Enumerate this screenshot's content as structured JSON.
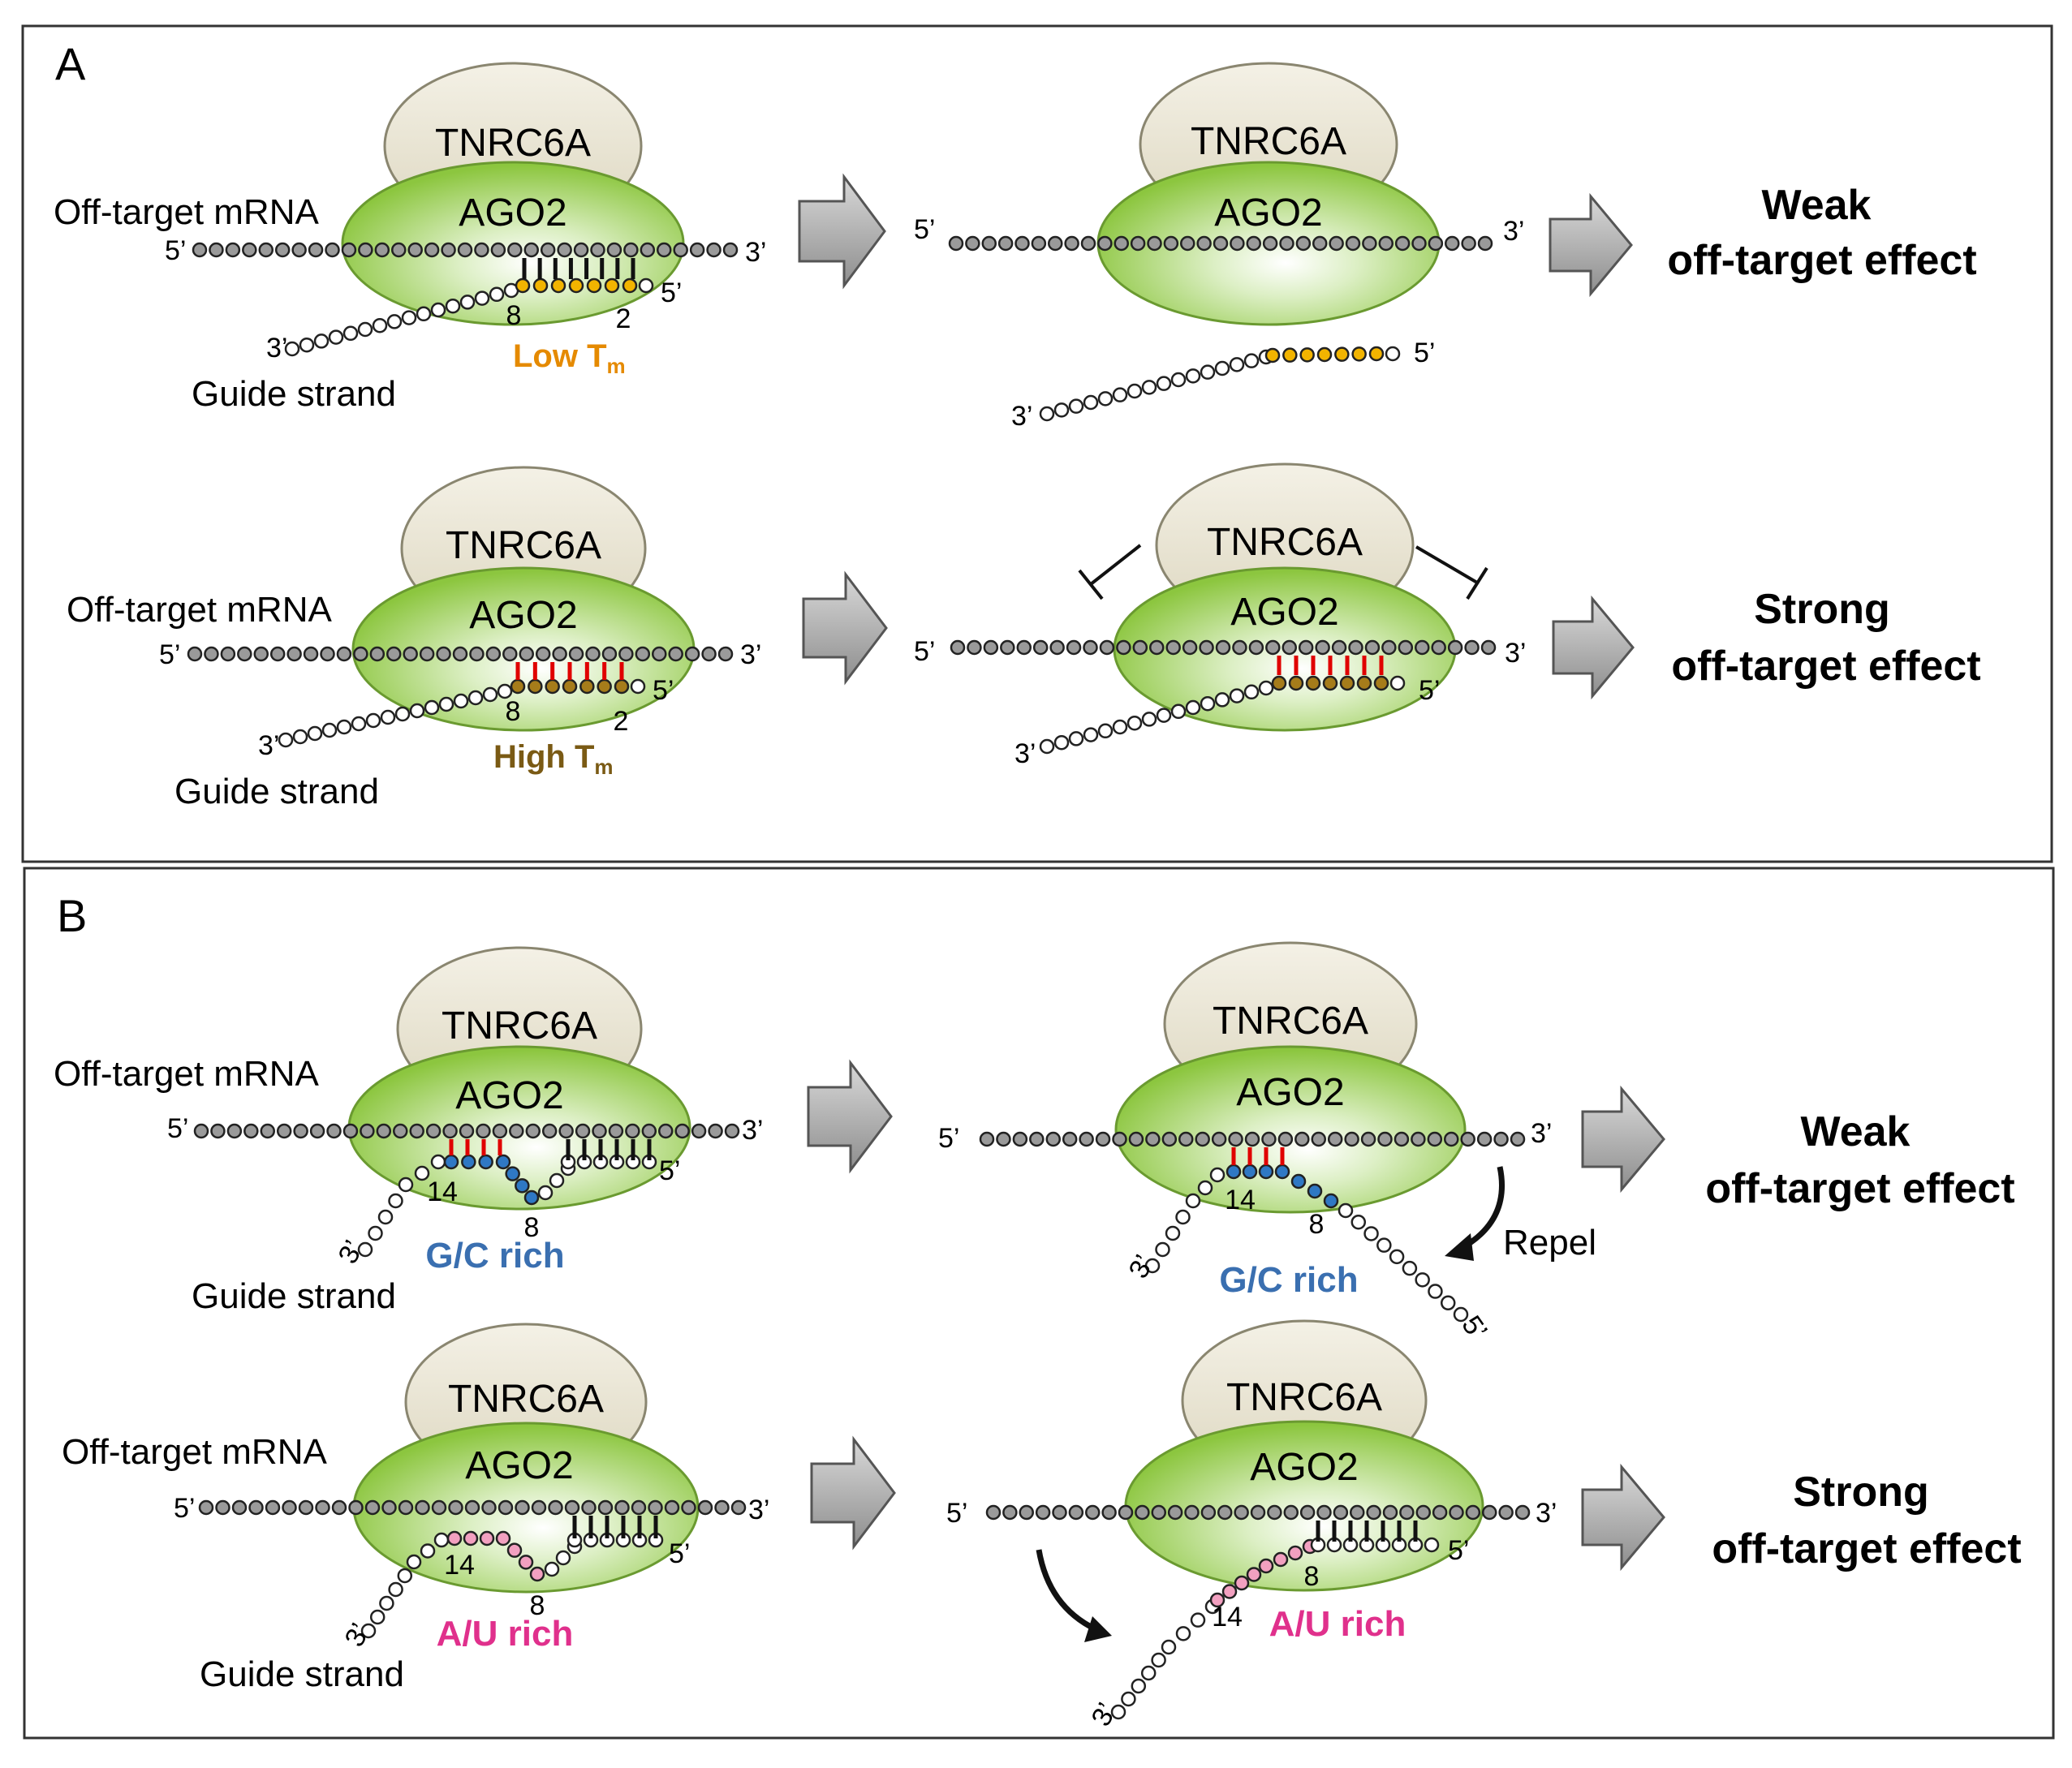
{
  "panels": [
    {
      "label": "A",
      "rows": [
        {
          "left": {
            "tnrc": "TNRC6A",
            "ago": "AGO2",
            "mrna_label": "Off-target mRNA",
            "m5": "5’",
            "m3": "3’",
            "g5": "5’",
            "g3": "3’",
            "guide_label": "Guide strand",
            "n8": "8",
            "n2": "2",
            "tm_text": "Low T",
            "tm_sub": "m",
            "tm_color": "#e58a00",
            "seed_color": "#f2b400",
            "pair_color": "#111111"
          },
          "right": {
            "tnrc": "TNRC6A",
            "ago": "AGO2",
            "m5": "5’",
            "m3": "3’",
            "g5": "5’",
            "g3": "3’"
          },
          "effect": [
            "Weak",
            "off-target effect"
          ]
        },
        {
          "left": {
            "tnrc": "TNRC6A",
            "ago": "AGO2",
            "mrna_label": "Off-target mRNA",
            "m5": "5’",
            "m3": "3’",
            "g5": "5’",
            "g3": "3’",
            "guide_label": "Guide strand",
            "n8": "8",
            "n2": "2",
            "tm_text": "High T",
            "tm_sub": "m",
            "tm_color": "#7a5a14",
            "seed_color": "#a67c1a",
            "pair_color": "#e00000"
          },
          "right": {
            "tnrc": "TNRC6A",
            "ago": "AGO2",
            "m5": "5’",
            "m3": "3’",
            "g5": "5’",
            "g3": "3’"
          },
          "effect": [
            "Strong",
            "off-target effect"
          ]
        }
      ]
    },
    {
      "label": "B",
      "rows": [
        {
          "left": {
            "tnrc": "TNRC6A",
            "ago": "AGO2",
            "mrna_label": "Off-target mRNA",
            "m5": "5’",
            "m3": "3’",
            "g5": "5’",
            "g3": "3’",
            "guide_label": "Guide strand",
            "n14": "14",
            "n8": "8",
            "rich_text": "G/C rich",
            "rich_color": "#3a6fb0",
            "dot_color": "#2f78c4"
          },
          "right": {
            "tnrc": "TNRC6A",
            "ago": "AGO2",
            "m5": "5’",
            "m3": "3’",
            "g5": "5’",
            "g3": "3’",
            "n14": "14",
            "n8": "8",
            "rich_text": "G/C rich",
            "action": "Repel"
          },
          "effect": [
            "Weak",
            "off-target effect"
          ]
        },
        {
          "left": {
            "tnrc": "TNRC6A",
            "ago": "AGO2",
            "mrna_label": "Off-target mRNA",
            "m5": "5’",
            "m3": "3’",
            "g5": "5’",
            "g3": "3’",
            "guide_label": "Guide strand",
            "n14": "14",
            "n8": "8",
            "rich_text": "A/U rich",
            "rich_color": "#e0308c",
            "dot_color": "#f2a0c0"
          },
          "right": {
            "tnrc": "TNRC6A",
            "ago": "AGO2",
            "m5": "5’",
            "m3": "3’",
            "g3": "3’",
            "g5": "5’",
            "n14": "14",
            "n8": "8",
            "rich_text": "A/U rich"
          },
          "effect": [
            "Strong",
            "off-target effect"
          ]
        }
      ]
    }
  ],
  "colors": {
    "tnrc_fill": "#e8e3d2",
    "tnrc_stroke": "#8a8670",
    "ago_center": "#ffffff",
    "ago_edge": "#8cc63f",
    "ago_stroke": "#6a9a30",
    "mrna_dot": "#9a9a9a",
    "guide_dot": "#ffffff",
    "arrow_fill": "#a8a8a8"
  }
}
